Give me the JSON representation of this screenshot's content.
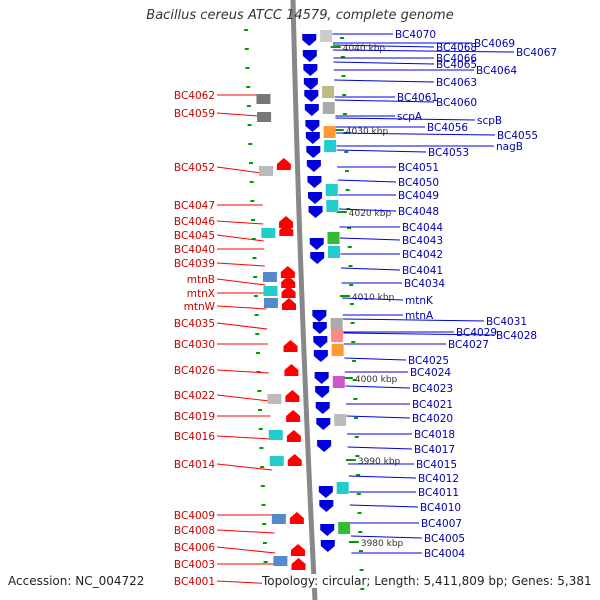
{
  "title": "Bacillus cereus ATCC 14579, complete genome",
  "footer": {
    "accession": "Accession: NC_004722",
    "summary": "Topology: circular; Length: 5,411,809 bp; Genes: 5,381"
  },
  "colors": {
    "left_label": "#cc0000",
    "right_label": "#0000aa",
    "left_arrow": "#ff0000",
    "right_arrow": "#0000dd",
    "cyan": "#22cccc",
    "green": "#33bb33",
    "gray": "#999999",
    "backbone": "#888888",
    "tick": "#009900"
  },
  "scale_labels": [
    "4040 kbp",
    "4030 kbp",
    "4020 kbp",
    "4010 kbp",
    "4000 kbp",
    "3990 kbp",
    "3980 kbp"
  ],
  "left_genes": [
    "BC4062",
    "BC4059",
    "BC4052",
    "BC4047",
    "BC4046",
    "BC4045",
    "BC4040",
    "BC4039",
    "mtnB",
    "mtnX",
    "mtnW",
    "BC4035",
    "BC4030",
    "BC4026",
    "BC4022",
    "BC4019",
    "BC4016",
    "BC4014",
    "BC4009",
    "BC4008",
    "BC4006",
    "BC4003",
    "BC4001"
  ],
  "right_genes": [
    "BC4070",
    "BC4068",
    "BC4069",
    "BC4067",
    "BC4066",
    "BC4065",
    "BC4064",
    "BC4063",
    "BC4061",
    "BC4060",
    "scpA",
    "scpB",
    "BC4056",
    "BC4055",
    "nagB",
    "BC4053",
    "BC4051",
    "BC4050",
    "BC4049",
    "BC4048",
    "BC4044",
    "BC4043",
    "BC4042",
    "BC4041",
    "BC4034",
    "mtnK",
    "mtnA",
    "BC4031",
    "BC4029",
    "BC4028",
    "BC4027",
    "BC4025",
    "BC4024",
    "BC4023",
    "BC4021",
    "BC4020",
    "BC4018",
    "BC4017",
    "BC4015",
    "BC4012",
    "BC4011",
    "BC4010",
    "BC4007",
    "BC4005",
    "BC4004"
  ]
}
